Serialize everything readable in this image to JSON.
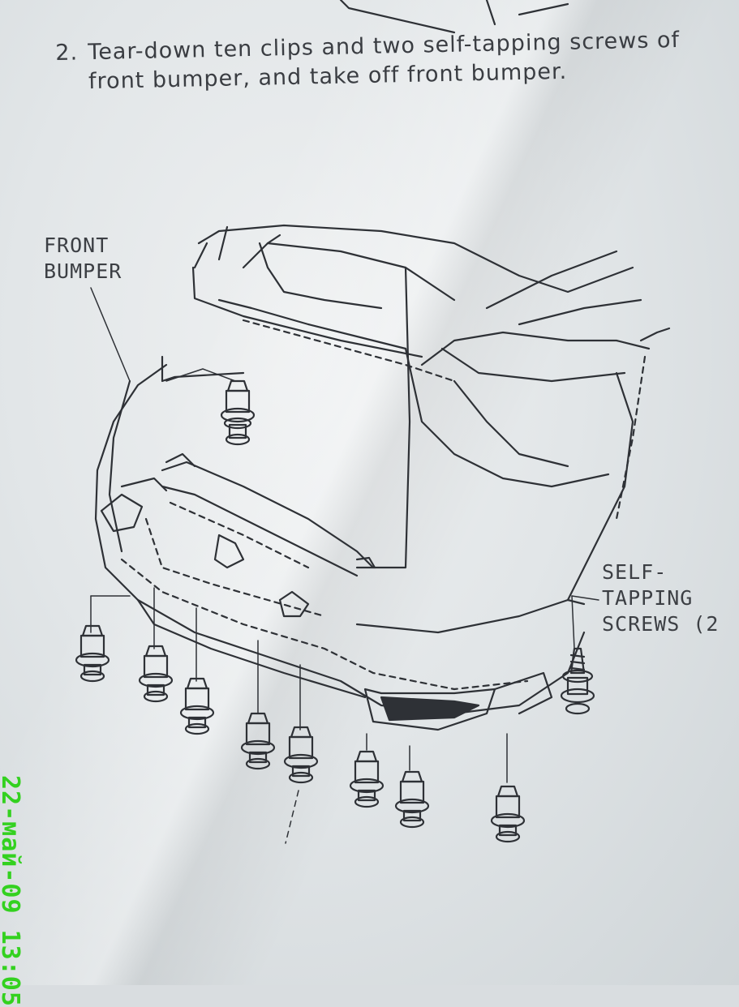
{
  "instruction": {
    "number": "2.",
    "text": "Tear-down ten clips and two self-tapping screws of front bumper, and take off front bumper."
  },
  "labels": {
    "front_bumper": "FRONT\nBUMPER",
    "self_tapping_screws": "SELF-\nTAPPING\nSCREWS (2"
  },
  "timestamp": "22-май-09 13:05",
  "colors": {
    "paper": "#e6e9eb",
    "ink": "#2e3136",
    "timestamp": "#33d11f"
  }
}
